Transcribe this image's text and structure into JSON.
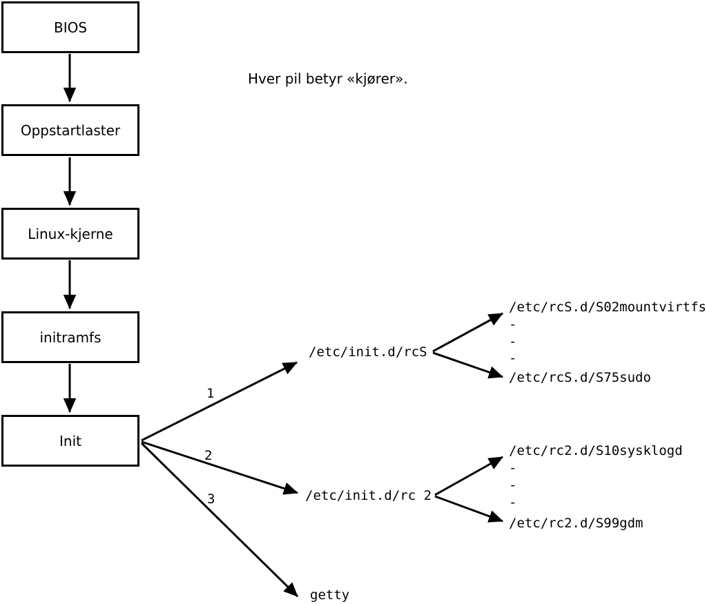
{
  "colors": {
    "background": "#ffffff",
    "ink": "#000000"
  },
  "caption": "Hver pil betyr «kjører».",
  "flow_boxes": [
    {
      "label": "BIOS"
    },
    {
      "label": "Oppstartlaster"
    },
    {
      "label": "Linux-kjerne"
    },
    {
      "label": "initramfs"
    },
    {
      "label": "Init"
    }
  ],
  "init_branches": [
    {
      "number": "1",
      "target": "/etc/init.d/rcS"
    },
    {
      "number": "2",
      "target": "/etc/init.d/rc 2"
    },
    {
      "number": "3",
      "target": "getty"
    }
  ],
  "rcS_scripts": [
    "/etc/rcS.d/S02mountvirtfs",
    "-",
    "-",
    "-",
    "/etc/rcS.d/S75sudo"
  ],
  "rc2_scripts": [
    "/etc/rc2.d/S10sysklogd",
    "-",
    "-",
    "-",
    "/etc/rc2.d/S99gdm"
  ]
}
